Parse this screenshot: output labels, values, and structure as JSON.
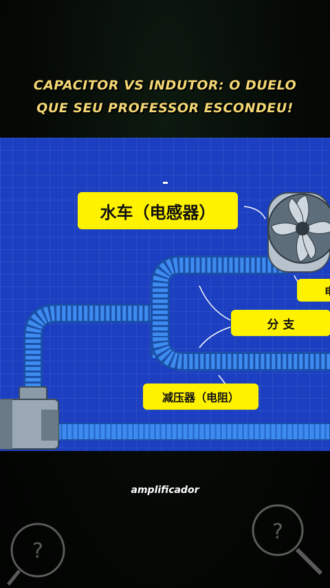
{
  "title": {
    "line1": "CAPACITOR VS INDUTOR: O DUELO",
    "line2": "QUE SEU PROFESSOR ESCONDEU!"
  },
  "diagram": {
    "label_pump": "水车（电感器）",
    "label_branch": "分 支",
    "label_reducer": "减压器（电阻）",
    "label_edge": "电"
  },
  "watermark": "amplificador",
  "icons": [
    "question-magnifier-icon",
    "question-magnifier-icon"
  ],
  "colors": {
    "title": "#f4d774",
    "label_bg": "#fff200",
    "background": "#1b3fc0",
    "pipe": "#3f8cf0"
  }
}
